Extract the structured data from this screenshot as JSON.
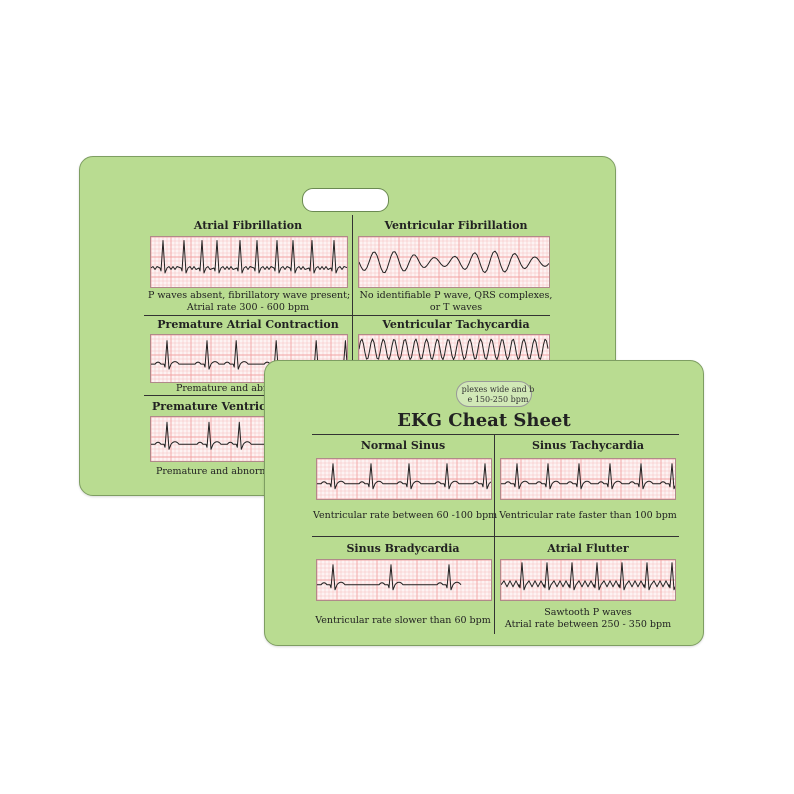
{
  "back_card": {
    "cells": [
      {
        "title": "Atrial Fibrillation",
        "desc1": "P waves absent, fibrillatory wave present;",
        "desc2": "Atrial rate 300 - 600 bpm"
      },
      {
        "title": "Ventricular Fibrillation",
        "desc1": "No identifiable P wave, QRS complexes,",
        "desc2": "or T waves"
      },
      {
        "title": "Premature Atrial Contraction",
        "desc1": "Premature and abno",
        "desc2": ""
      },
      {
        "title": "Ventricular Tachycardia",
        "desc1": "plexes wide and b",
        "desc2": "e 150-250 bpm"
      },
      {
        "title": "Premature Ventricula",
        "desc1": "Premature and abnorma",
        "desc2": ""
      }
    ]
  },
  "front_card": {
    "title": "EKG Cheat Sheet",
    "cells": [
      {
        "title": "Normal Sinus",
        "desc1": "Ventricular rate between 60 -100 bpm",
        "desc2": ""
      },
      {
        "title": "Sinus Tachycardia",
        "desc1": "Ventricular rate faster than 100 bpm",
        "desc2": ""
      },
      {
        "title": "Sinus Bradycardia",
        "desc1": "Ventricular rate slower than 60 bpm",
        "desc2": ""
      },
      {
        "title": "Atrial Flutter",
        "desc1": "Sawtooth P waves",
        "desc2": "Atrial rate between 250 - 350 bpm"
      }
    ]
  },
  "colors": {
    "card_green": "#b9dc91",
    "grid_pink": "#f2a3a3",
    "strip_bg": "#fdf3f3",
    "trace": "#222222"
  }
}
